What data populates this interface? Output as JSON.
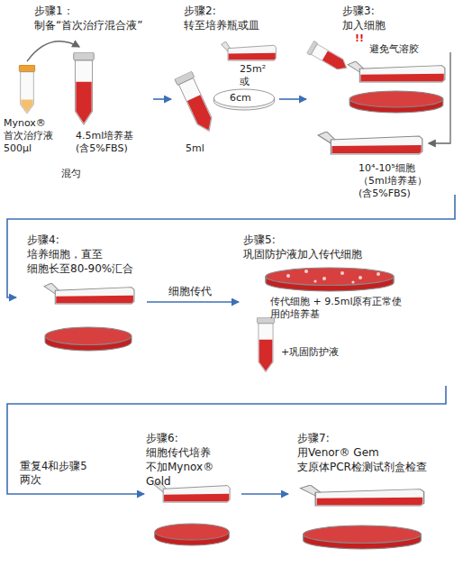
{
  "diagram": {
    "nodes": [
      {
        "text": [
          "步骤1：",
          "制备“首次治疗混合液”"
        ]
      },
      {
        "text": [
          "步骤2:",
          "转至培养瓶或皿"
        ]
      },
      {
        "text": [
          "步骤3:",
          "加入细胞"
        ]
      },
      {
        "text": [
          "步骤4:",
          "培养细胞，直至 细胞长至80-90%汇合"
        ]
      },
      {
        "text": [
          "步骤5:",
          "巩固防护液加入传代细胞"
        ]
      },
      {
        "text": [
          "步骤6:",
          "细胞传代培养 不加Mynox® Gold"
        ]
      },
      {
        "text": [
          "步骤7:",
          "用Venor® Gem 支原体PCR检测试剂盒检查"
        ]
      }
    ],
    "edges": [
      {
        "from": 0,
        "to": 1,
        "arrow": "to"
      },
      {
        "from": 1,
        "to": 2,
        "arrow": "to"
      },
      {
        "from": 2,
        "to": 3,
        "arrow": "to"
      },
      {
        "from": 3,
        "to": 4,
        "label": "细胞传代",
        "arrow": "to"
      },
      {
        "from": 4,
        "to": 5,
        "label": "重复4和步骤5 两次",
        "arrow": "to"
      },
      {
        "from": 5,
        "to": 6,
        "arrow": "to"
      }
    ],
    "labels": [
      "Mynox® 首次治疗液 500µl",
      "4.5ml培养基 (含5%FBS)",
      "混匀",
      "25m²",
      "或",
      "6cm",
      "5ml",
      "!!",
      "避免气溶胶",
      "10⁴-10⁵细胞 （5ml培养基） (含5%FBS)",
      "传代细胞 + 9.5ml原有正常使用的培养基",
      "+巩固防护液"
    ]
  }
}
